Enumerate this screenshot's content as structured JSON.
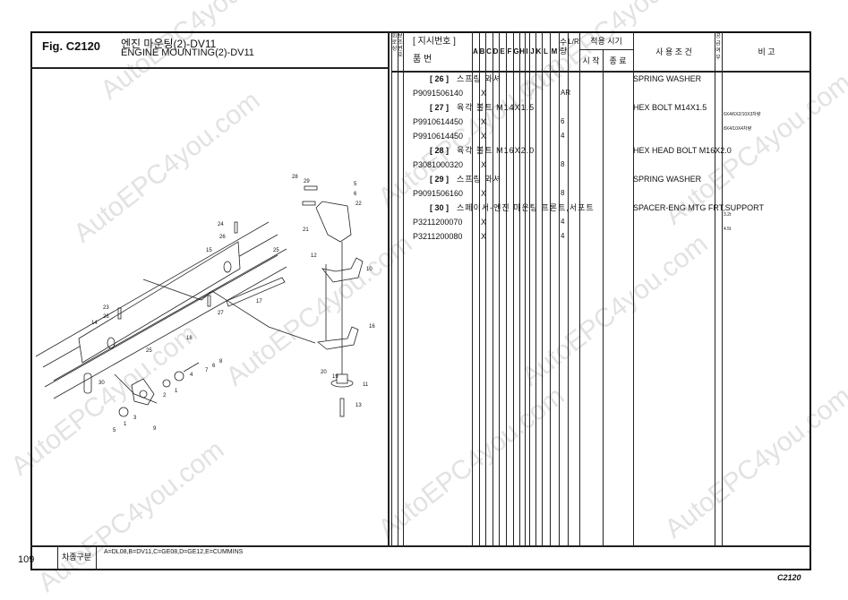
{
  "figure": {
    "number": "Fig. C2120",
    "title_ko": "엔진 마운팅(2)-DV11",
    "title_en": "ENGINE MOUNTING(2)-DV11"
  },
  "table_header": {
    "rev": "회로성",
    "sub": "보조번호",
    "ref_label": "[ 지시번호 ]",
    "part_no_label": "품        번",
    "models": [
      "A",
      "B",
      "C",
      "D",
      "E",
      "F",
      "G",
      "H",
      "I",
      "J",
      "K",
      "L",
      "M"
    ],
    "qty": "수량",
    "lr": "L/R",
    "period": "적용 시기",
    "start": "시 작",
    "end": "종 료",
    "condition": "사 용 조 건",
    "supply": "공급여부",
    "remarks": "비   고"
  },
  "rows": [
    {
      "type": "group",
      "ref": "[ 26 ]",
      "name_ko": "스프링 와셔",
      "name_en": "SPRING WASHER"
    },
    {
      "type": "part",
      "part_no": "P9091506140",
      "model_mark": "X",
      "qty": "AR",
      "remark": ""
    },
    {
      "type": "group",
      "ref": "[ 27 ]",
      "name_ko": "육각 볼트 M14X1.5",
      "name_en": "HEX BOLT M14X1.5"
    },
    {
      "type": "part",
      "part_no": "P9910614450",
      "model_mark": "X",
      "qty": "6",
      "remark": "6X4/6X2/10X3차량"
    },
    {
      "type": "part",
      "part_no": "P9910614450",
      "model_mark": "X",
      "qty": "4",
      "remark": "8X4/10X4차량"
    },
    {
      "type": "group",
      "ref": "[ 28 ]",
      "name_ko": "육각 볼트 M16X2.0",
      "name_en": "HEX HEAD BOLT M16X2.0"
    },
    {
      "type": "part",
      "part_no": "P3081000320",
      "model_mark": "X",
      "qty": "8",
      "remark": ""
    },
    {
      "type": "group",
      "ref": "[ 29 ]",
      "name_ko": "스프링 와셔",
      "name_en": "SPRING WASHER"
    },
    {
      "type": "part",
      "part_no": "P9091506160",
      "model_mark": "X",
      "qty": "8",
      "remark": ""
    },
    {
      "type": "group",
      "ref": "[ 30 ]",
      "name_ko": "스페이서-엔진 마운팅 프론트,서포트",
      "name_en": "SPACER-ENG MTG FRT,SUPPORT"
    },
    {
      "type": "part",
      "part_no": "P3211200070",
      "model_mark": "X",
      "qty": "4",
      "remark": "3.2t"
    },
    {
      "type": "part",
      "part_no": "P3211200080",
      "model_mark": "X",
      "qty": "4",
      "remark": "4.5t"
    }
  ],
  "callouts": [
    "28",
    "29",
    "5",
    "6",
    "22",
    "21",
    "24",
    "26",
    "25",
    "15",
    "12",
    "10",
    "17",
    "23",
    "26",
    "27",
    "14",
    "18",
    "25",
    "16",
    "8",
    "6",
    "7",
    "4",
    "30",
    "20",
    "19",
    "11",
    "1",
    "2",
    "3",
    "1",
    "5",
    "9",
    "13"
  ],
  "footer": {
    "page": "109",
    "model_label": "차종구분",
    "model_legend": "A=DL08,B=DV11,C=GE08,D=GE12,E=CUMMINS",
    "code": "C2120"
  },
  "watermark": "AutoEPC4you.com"
}
